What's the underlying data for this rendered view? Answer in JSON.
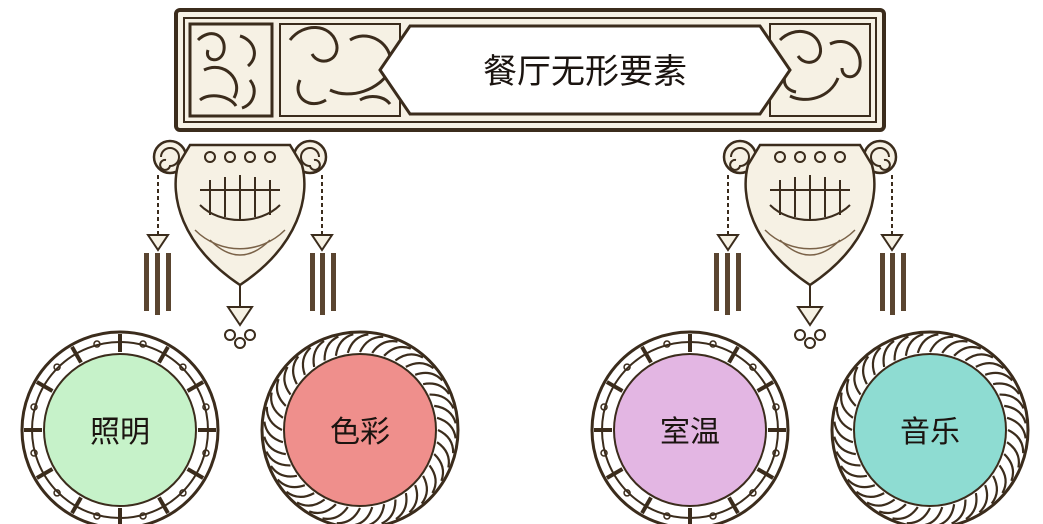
{
  "title": "餐厅无形要素",
  "elements": [
    {
      "label": "照明",
      "color": "#c6f2c9",
      "border": "ornate-segmented"
    },
    {
      "label": "色彩",
      "color": "#ef8f8c",
      "border": "rope-twist"
    },
    {
      "label": "室温",
      "color": "#e3b6e3",
      "border": "ornate-segmented"
    },
    {
      "label": "音乐",
      "color": "#8edcd2",
      "border": "rope-twist"
    }
  ],
  "palette": {
    "ink": "#3b2c1c",
    "paper": "#f6f1e4",
    "line": "#5a4530"
  }
}
